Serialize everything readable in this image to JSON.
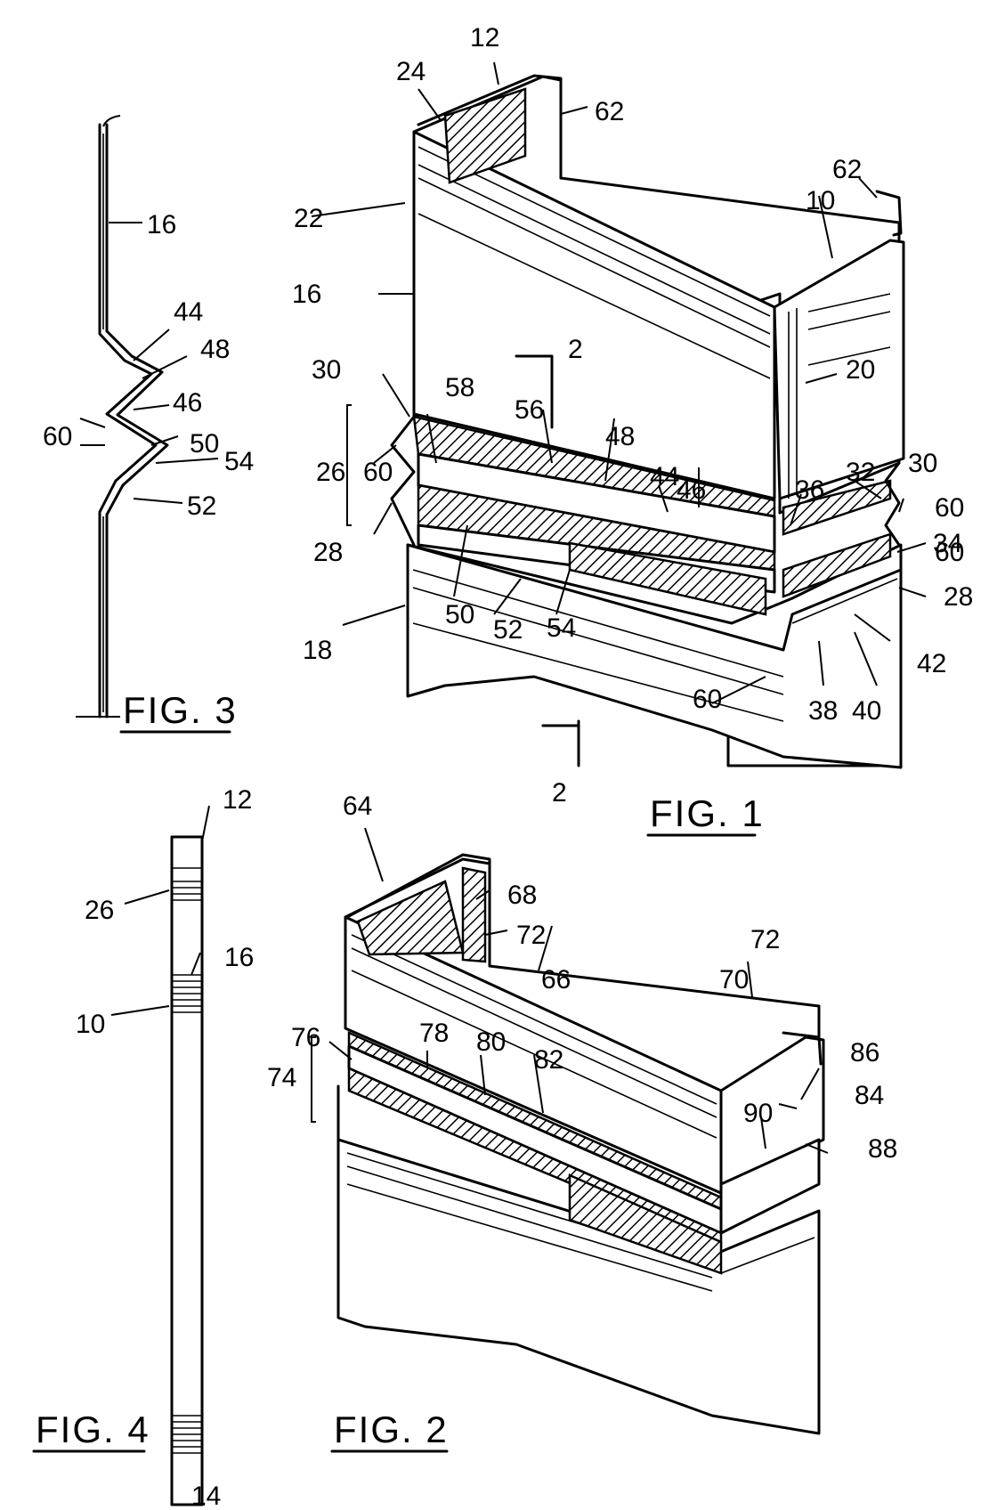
{
  "figures": {
    "fig1": {
      "caption": "FIG. 1",
      "refs": [
        "12",
        "24",
        "62",
        "62",
        "10",
        "22",
        "16",
        "2",
        "20",
        "30",
        "58",
        "56",
        "48",
        "44",
        "46",
        "32",
        "36",
        "30",
        "60",
        "26",
        "60",
        "34",
        "60",
        "28",
        "50",
        "52",
        "54",
        "18",
        "28",
        "42",
        "60",
        "38",
        "40",
        "2"
      ]
    },
    "fig2": {
      "caption": "FIG. 2",
      "refs": [
        "64",
        "68",
        "72",
        "72",
        "66",
        "70",
        "76",
        "78",
        "80",
        "82",
        "86",
        "74",
        "84",
        "90",
        "88"
      ]
    },
    "fig3": {
      "caption": "FIG. 3",
      "refs": [
        "16",
        "44",
        "48",
        "46",
        "60",
        "50",
        "54",
        "52"
      ]
    },
    "fig4": {
      "caption": "FIG. 4",
      "refs": [
        "12",
        "26",
        "16",
        "10",
        "14"
      ]
    }
  }
}
